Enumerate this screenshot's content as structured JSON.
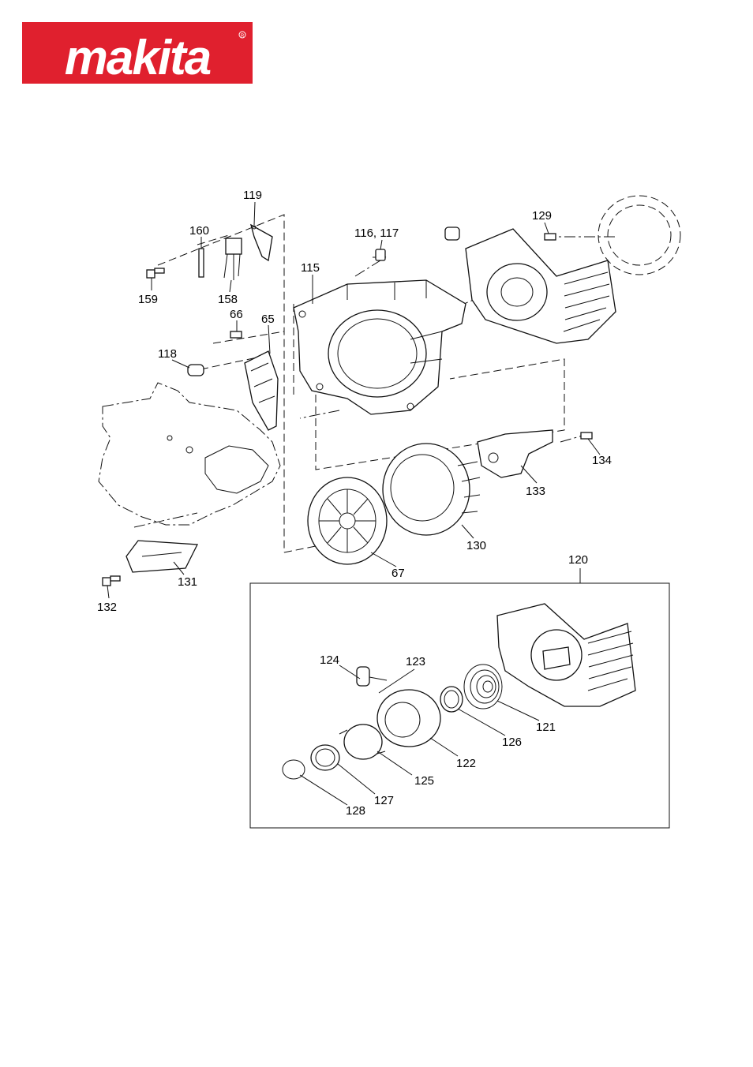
{
  "brand": {
    "logo_text": "makita",
    "color": "#E0202E",
    "trademark_symbol": "®"
  },
  "labels": {
    "p119": "119",
    "p160": "160",
    "p159": "159",
    "p158": "158",
    "p116_117": "116, 117",
    "p115": "115",
    "p129": "129",
    "p66": "66",
    "p65": "65",
    "p118": "118",
    "p134": "134",
    "p133": "133",
    "p130": "130",
    "p67": "67",
    "p131": "131",
    "p132": "132",
    "p120": "120",
    "p124": "124",
    "p123": "123",
    "p121": "121",
    "p126": "126",
    "p122": "122",
    "p125": "125",
    "p127": "127",
    "p128": "128"
  }
}
